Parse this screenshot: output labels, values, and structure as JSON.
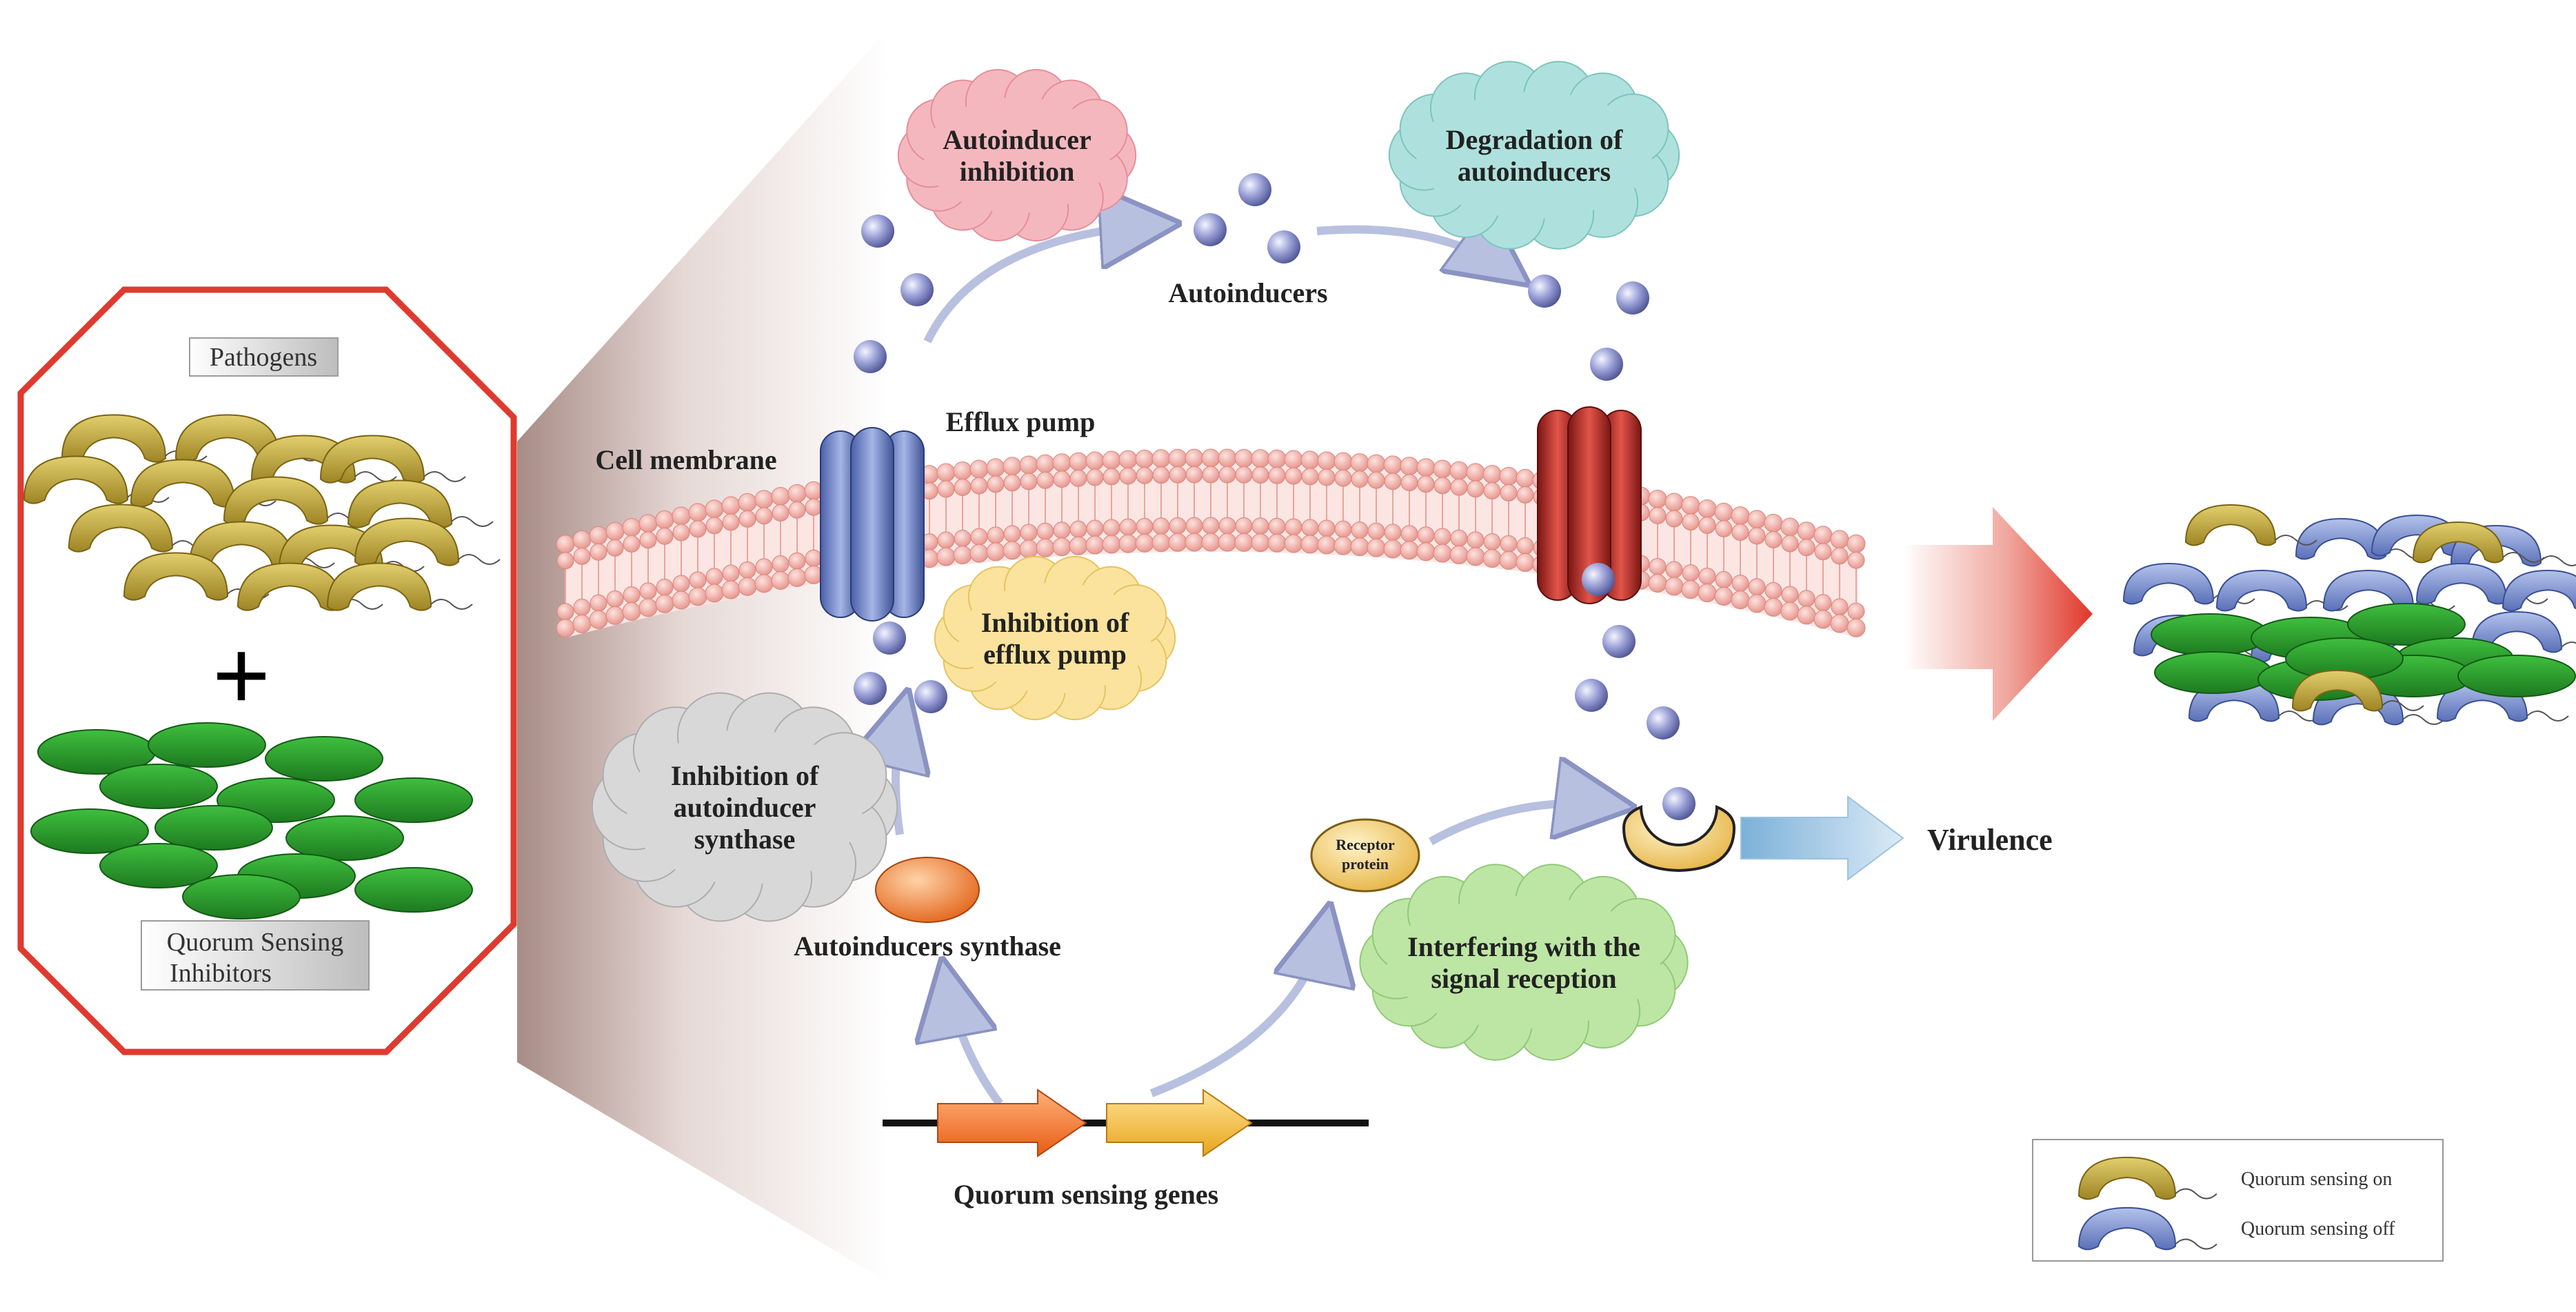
{
  "left_panel": {
    "pathogens_label": "Pathogens",
    "inhibitors_label_line1": "Quorum Sensing",
    "inhibitors_label_line2": "Inhibitors",
    "plus_symbol": "+"
  },
  "labels": {
    "autoinducers": "Autoinducers",
    "efflux_pump": "Efflux pump",
    "cell_membrane": "Cell membrane",
    "autoinducers_synthase": "Autoinducers synthase",
    "quorum_sensing_genes": "Quorum sensing genes",
    "virulence": "Virulence",
    "receptor_line1": "Receptor",
    "receptor_line2": "protein"
  },
  "clouds": {
    "autoinducer_inhibition": [
      "Autoinducer",
      "inhibition"
    ],
    "degradation": [
      "Degradation of",
      "autoinducers"
    ],
    "efflux_inhibition": [
      "Inhibition of",
      "efflux pump"
    ],
    "synthase_inhibition": [
      "Inhibition of",
      "autoinducer",
      "synthase"
    ],
    "signal_interference": [
      "Interfering with the",
      "signal reception"
    ]
  },
  "legend": {
    "on_label": "Quorum sensing on",
    "off_label": "Quorum sensing off"
  },
  "colors": {
    "octagon_border": "#e03a2f",
    "pathogen": "#c7ad3c",
    "inhibitor": "#2f9a30",
    "bacteria_off": "#7f97d4",
    "membrane": "#f1a9a0",
    "efflux_pump": "#6b82c6",
    "receptor_channel": "#b5302b"
  }
}
